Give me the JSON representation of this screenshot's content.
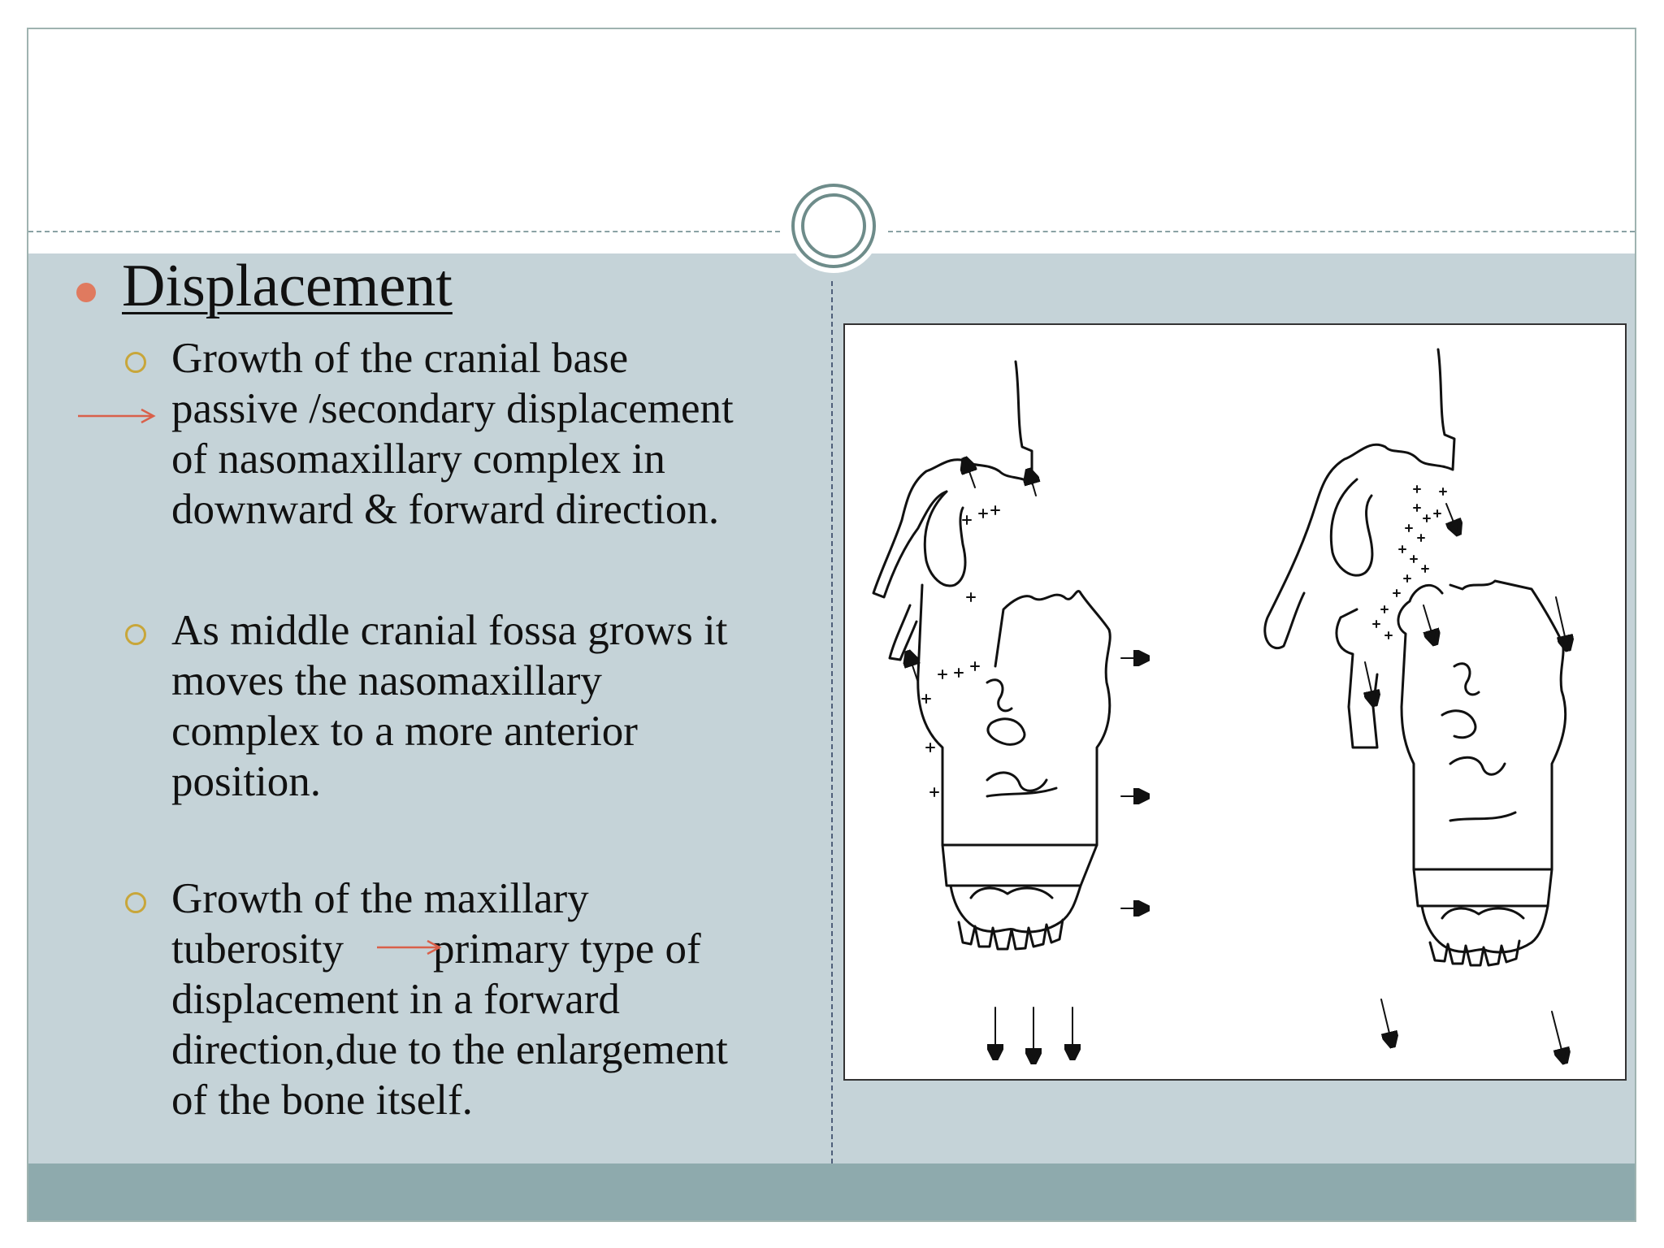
{
  "slide": {
    "title": "Displacement",
    "colors": {
      "content_background": "#c5d3d8",
      "footer_bar": "#8eaaad",
      "title_bullet": "#e07a5f",
      "sub_bullet": "#c8a63a",
      "arrow": "#d9604a"
    },
    "points": [
      {
        "lines": [
          "Growth of the cranial base",
          "passive /secondary displacement",
          "of nasomaxillary complex in",
          "downward & forward direction."
        ]
      },
      {
        "lines": [
          "As middle cranial fossa grows it",
          "moves the nasomaxillary",
          "complex to a more anterior",
          "position."
        ]
      },
      {
        "lines": [
          "Growth of the maxillary",
          "tuberosity",
          "primary type of",
          "displacement in a forward",
          "direction,due to the enlargement",
          "of the bone itself."
        ]
      }
    ],
    "figure": {
      "icon": "nasomaxillary-growth-diagram"
    }
  }
}
